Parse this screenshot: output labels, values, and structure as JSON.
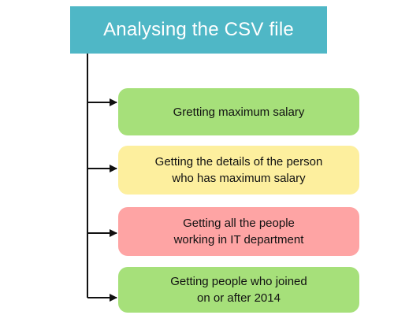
{
  "header": {
    "title": "Analysing the CSV file",
    "color": "#4fb7c6"
  },
  "steps": [
    {
      "label": "Gretting maximum salary",
      "color": "#a6e07a"
    },
    {
      "label": "Getting the details of the person\nwho has maximum salary",
      "color": "#fdef9e"
    },
    {
      "label": "Getting all the people\nworking in IT department",
      "color": "#fea4a4"
    },
    {
      "label": "Getting people who joined\non or after 2014",
      "color": "#a6e07a"
    }
  ],
  "connector_color": "#111111"
}
